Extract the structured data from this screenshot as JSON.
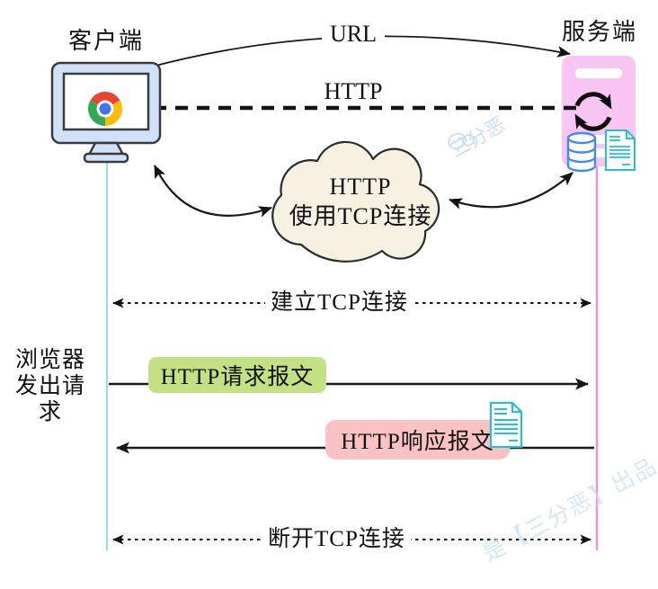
{
  "client": {
    "label": "客户端",
    "note_line1": "浏览器",
    "note_line2": "发出请求"
  },
  "server": {
    "label": "服务端"
  },
  "flows": {
    "url": "URL",
    "http": "HTTP",
    "cloud_line1": "HTTP",
    "cloud_line2": "使用TCP连接",
    "establish": "建立TCP连接",
    "request": "HTTP请求报文",
    "response": "HTTP响应报文",
    "close": "断开TCP连接"
  },
  "watermarks": {
    "center": "三分恶",
    "bottom": "是【三分恶】出品"
  },
  "icons": {
    "client_icon": "chrome-browser-on-monitor",
    "server_icons": "sync-arrows, database, document",
    "response_icon": "document"
  },
  "colors": {
    "monitor_blue": "#cfe2f9",
    "lifeline_client": "#a6d3f2",
    "lifeline_server": "#fa85f3",
    "server_pink": "#f9c6f3",
    "cloud_cream": "#f6f1e1",
    "request_green": "#c3e183",
    "response_pink": "#f9c3c3",
    "db_blue": "#3f8af6",
    "doc_cyan": "#25c1d3",
    "chrome_red": "#ea4335",
    "chrome_green": "#34a853",
    "chrome_yellow": "#fbbc05",
    "chrome_blue": "#4374f0",
    "arrow_black": "#141414",
    "watermark_blue": "#c9def3"
  }
}
